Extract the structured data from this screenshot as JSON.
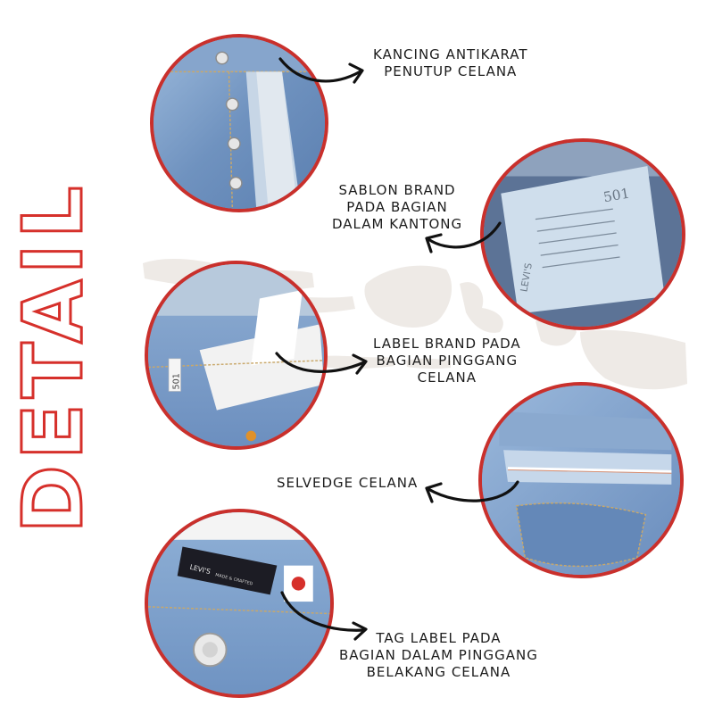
{
  "side_title": "DETAIL",
  "colors": {
    "accent": "#d6302b",
    "circle_border": "#c9302c",
    "denim": "#7fa2cb",
    "map": "#eeeae6",
    "text": "#1c1c1c"
  },
  "details": [
    {
      "photo": "fly-buttons-photo",
      "caption": [
        "KANCING ANTIKARAT",
        "PENUTUP CELANA"
      ]
    },
    {
      "photo": "pocket-print-photo",
      "caption": [
        "SABLON BRAND",
        "PADA BAGIAN",
        "DALAM KANTONG"
      ],
      "printed_tag": {
        "brand": "LEVI'S",
        "model": "501"
      }
    },
    {
      "photo": "waist-label-photo",
      "caption": [
        "LABEL BRAND PADA",
        "BAGIAN PINGGANG",
        "CELANA"
      ],
      "printed_tag": {
        "model": "501"
      }
    },
    {
      "photo": "selvedge-photo",
      "caption": [
        "SELVEDGE CELANA"
      ]
    },
    {
      "photo": "back-tag-photo",
      "caption": [
        "TAG LABEL PADA",
        "BAGIAN DALAM PINGGANG",
        "BELAKANG CELANA"
      ],
      "printed_tag": {
        "brand": "LEVI'S",
        "subtitle": "MADE & CRAFTED"
      }
    }
  ]
}
